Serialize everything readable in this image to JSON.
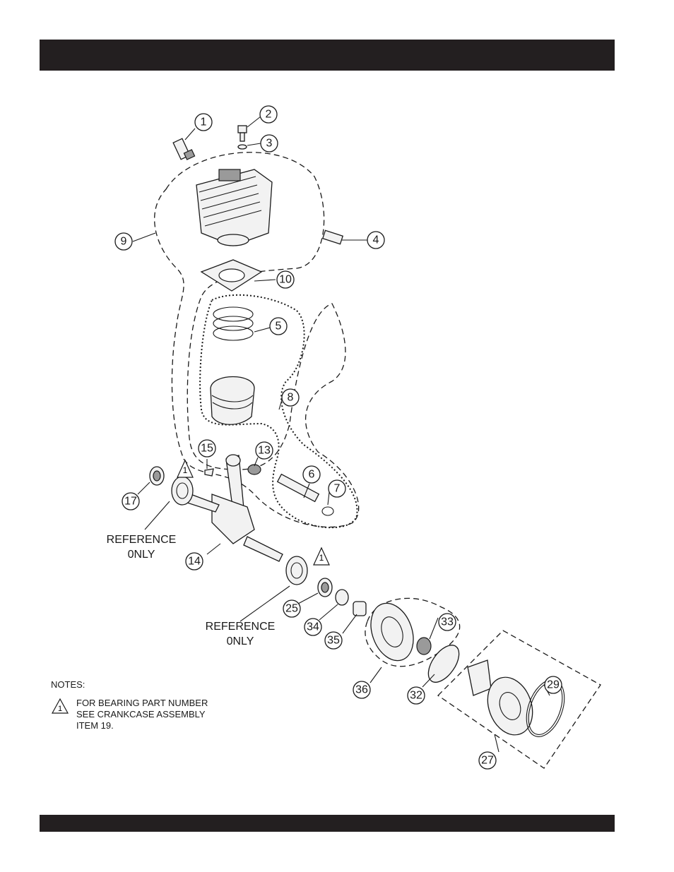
{
  "callouts": [
    "1",
    "2",
    "3",
    "4",
    "5",
    "6",
    "7",
    "8",
    "9",
    "10",
    "13",
    "14",
    "15",
    "17",
    "25",
    "27",
    "29",
    "32",
    "33",
    "34",
    "35",
    "36"
  ],
  "warning_marker": "1",
  "reference_label": {
    "line1": "REFERENCE",
    "line2": "0NLY"
  },
  "notes": {
    "heading": "NOTES:",
    "marker": "1",
    "lines": [
      "FOR BEARING PART NUMBER",
      "SEE CRANKCASE ASSEMBLY",
      "ITEM 19."
    ]
  }
}
